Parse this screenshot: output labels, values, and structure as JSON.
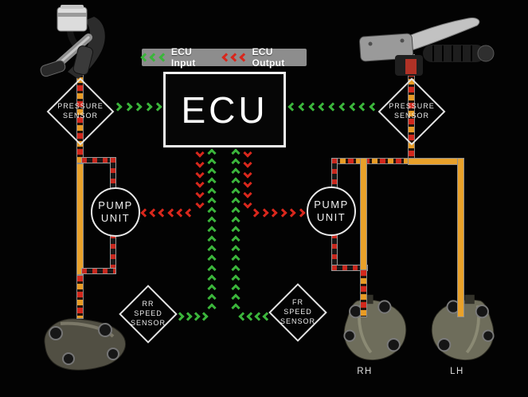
{
  "legend": {
    "input_label": "ECU Input",
    "output_label": "ECU Output"
  },
  "ecu": {
    "label": "ECU"
  },
  "pressure_sensor_left": {
    "line1": "PRESSURE",
    "line2": "SENSOR"
  },
  "pressure_sensor_right": {
    "line1": "PRESSURE",
    "line2": "SENSOR"
  },
  "pump_left": {
    "line1": "PUMP",
    "line2": "UNIT"
  },
  "pump_right": {
    "line1": "PUMP",
    "line2": "UNIT"
  },
  "speed_sensor_rear": {
    "line1": "RR",
    "line2": "SPEED",
    "line3": "SENSOR"
  },
  "speed_sensor_front": {
    "line1": "FR",
    "line2": "SPEED",
    "line3": "SENSOR"
  },
  "calipers": {
    "rh_label": "RH",
    "lh_label": "LH"
  },
  "colors": {
    "ecu_input_green": "#3bb53b",
    "ecu_output_red": "#d8271c",
    "hydraulic_orange": "#e9a12a",
    "line_casing_silver": "#9c9c9c",
    "legend_background": "#8d8d8d",
    "background": "#030303"
  }
}
